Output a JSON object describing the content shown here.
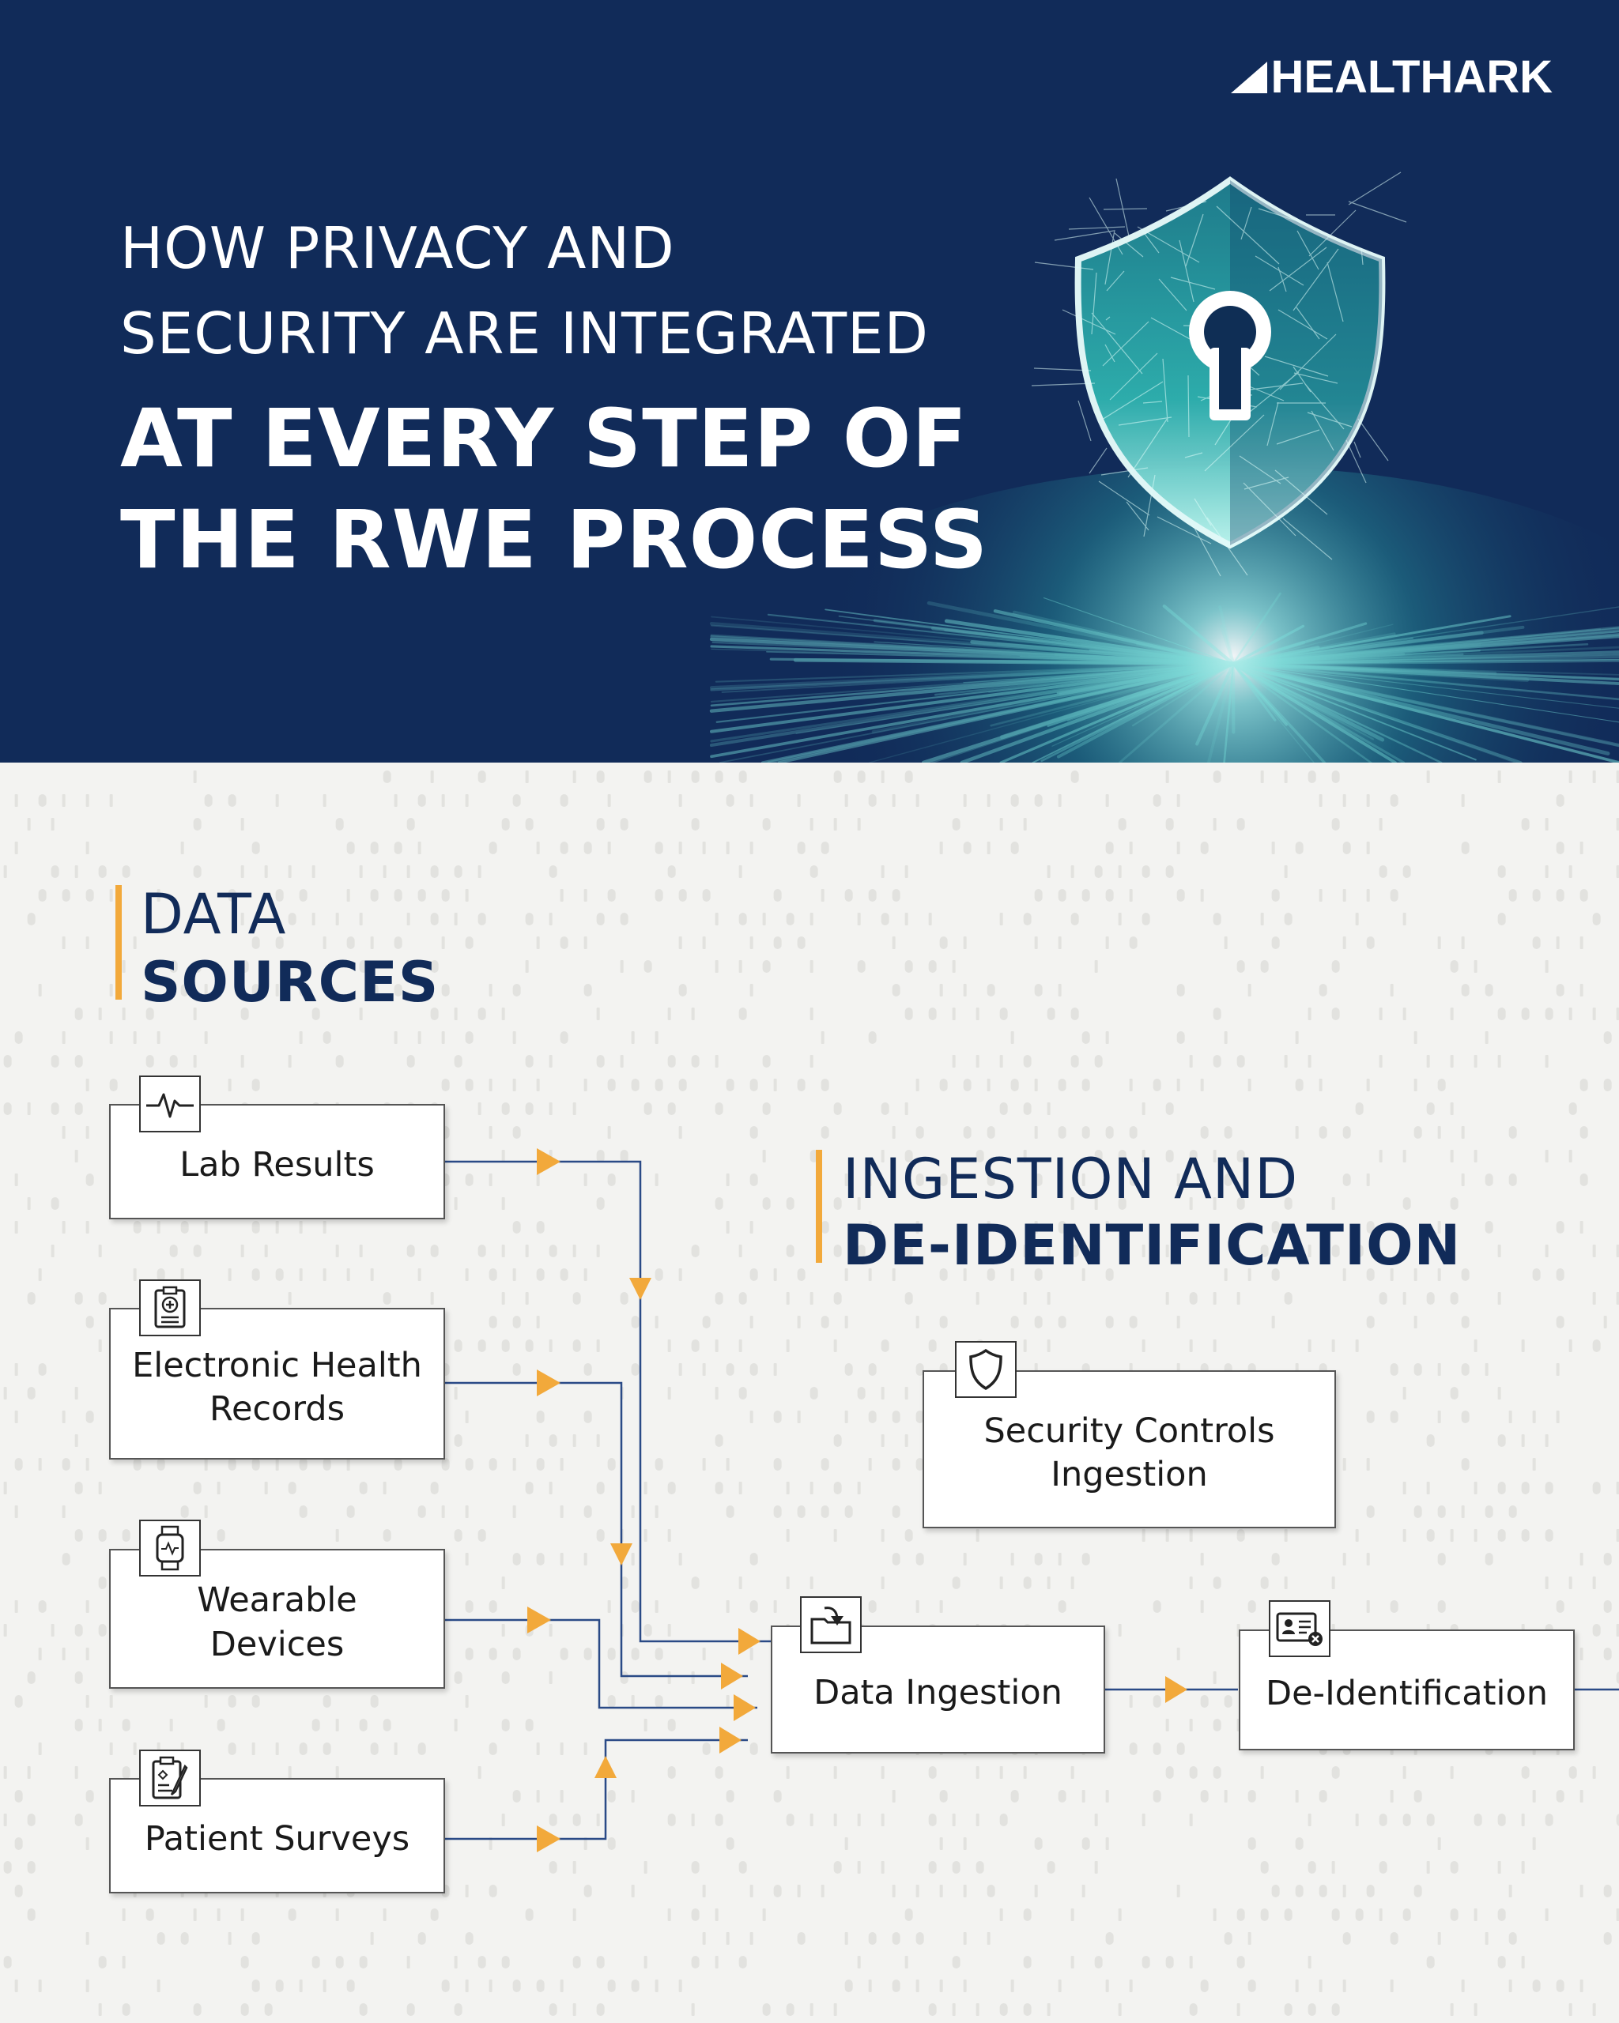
{
  "brand": {
    "name": "HEALTHARK"
  },
  "headline": {
    "line1": "HOW PRIVACY AND",
    "line2": "SECURITY ARE INTEGRATED",
    "line3": "AT EVERY STEP OF",
    "line4": "THE RWE PROCESS"
  },
  "sections": {
    "data_sources": {
      "light": "DATA",
      "bold": "SOURCES"
    },
    "ingestion": {
      "light": "INGESTION AND",
      "bold": "DE-IDENTIFICATION"
    }
  },
  "nodes": {
    "lab_results": {
      "label": "Lab Results",
      "icon": "heartbeat-icon"
    },
    "ehr": {
      "line1": "Electronic Health",
      "line2": "Records",
      "icon": "medical-clipboard-icon"
    },
    "wearables": {
      "line1": "Wearable",
      "line2": "Devices",
      "icon": "smartwatch-icon"
    },
    "surveys": {
      "label": "Patient Surveys",
      "icon": "survey-clipboard-icon"
    },
    "security_controls": {
      "line1": "Security Controls",
      "line2": "Ingestion",
      "icon": "shield-icon"
    },
    "data_ingestion": {
      "label": "Data Ingestion",
      "icon": "folder-import-icon"
    },
    "deidentification": {
      "label": "De-Identification",
      "icon": "id-card-remove-icon"
    }
  },
  "colors": {
    "navy": "#112b59",
    "accent": "#f2a93b",
    "teal": "#5fe3d8",
    "connector": "#2a4a86"
  }
}
